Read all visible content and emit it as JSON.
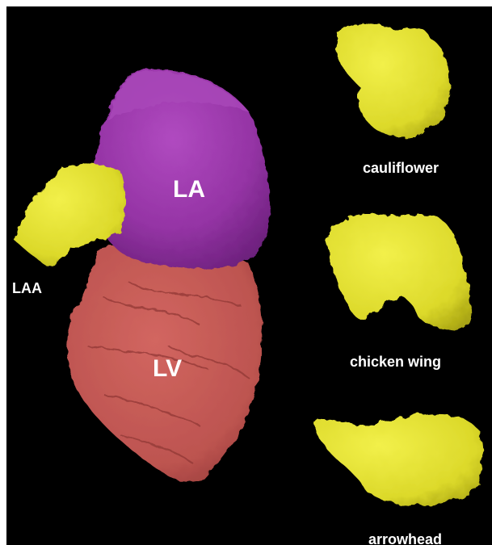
{
  "labels": {
    "la": "LA",
    "lv": "LV",
    "laa": "LAA",
    "cauliflower": "cauliflower",
    "chicken_wing": "chicken wing",
    "arrowhead": "arrowhead"
  },
  "colors": {
    "background": "#000000",
    "atrium": "#9b3aa9",
    "ventricle": "#c65a55",
    "appendage": "#e8e62a"
  }
}
